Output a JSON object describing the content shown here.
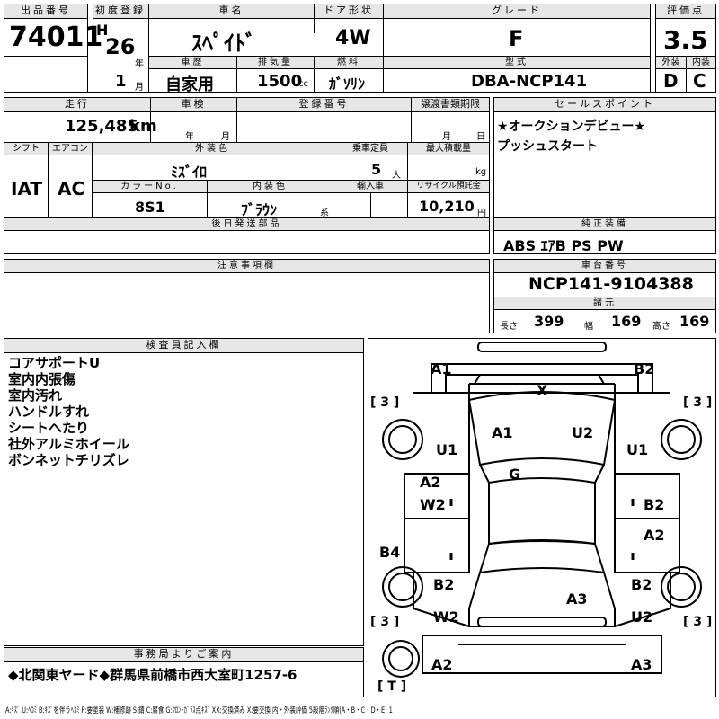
{
  "header": {
    "lot_no_label": "出品番号",
    "lot_no": "74011",
    "first_reg_label": "初度登録",
    "era": "H",
    "year": "26",
    "year_unit": "年",
    "month": "1",
    "month_unit": "月",
    "car_name_label": "車名",
    "car_name": "ｽﾍﾟｲﾄﾞ",
    "door_label": "ドア形状",
    "door": "4W",
    "grade_label": "グレード",
    "grade": "F",
    "score_label": "評価点",
    "score": "3.5",
    "history_label": "車歴",
    "history": "自家用",
    "displacement_label": "排気量",
    "displacement": "1500",
    "displacement_unit": "cc",
    "fuel_label": "燃料",
    "fuel": "ｶﾞｿﾘﾝ",
    "model_label": "型式",
    "model": "DBA-NCP141",
    "exterior_label": "外装",
    "exterior": "D",
    "interior_label": "内装",
    "interior": "C"
  },
  "row2": {
    "mileage_label": "走行",
    "mileage": "125,485",
    "mileage_unit": "km",
    "inspection_label": "車検",
    "inspection_year_unit": "年",
    "inspection_month_unit": "月",
    "reg_no_label": "登録番号",
    "transfer_label": "譲渡書類期限",
    "transfer_month_unit": "月",
    "transfer_day_unit": "日",
    "sales_point_label": "セールスポイント",
    "sales_points": [
      "★オークションデビュー★",
      "プッシュスタート"
    ],
    "shift_label": "シフト",
    "shift": "IAT",
    "ac_label": "エアコン",
    "ac": "AC",
    "ext_color_label": "外装色",
    "ext_color": "ﾐｽﾞｲﾛ",
    "seats_label": "乗車定員",
    "seats": "5",
    "seats_unit": "人",
    "max_load_label": "最大積載量",
    "max_load_unit": "kg",
    "color_no_label": "カラーNo.",
    "color_no": "8S1",
    "int_color_label": "内装色",
    "int_color": "ﾌﾞﾗｳﾝ",
    "int_color_unit": "系",
    "import_label": "輸入車",
    "recycle_label": "リサイクル預託金",
    "recycle": "10,210",
    "recycle_unit": "円",
    "later_parts_label": "後日発送部品",
    "genuine_label": "純正装備",
    "genuine": "ABS ｴｱB PS PW"
  },
  "notes_label": "注意事項欄",
  "chassis": {
    "label": "車台番号",
    "value": "NCP141-9104388",
    "specs_label": "諸元",
    "length_label": "長さ",
    "length": "399",
    "width_label": "幅",
    "width": "169",
    "height_label": "高さ",
    "height": "169"
  },
  "inspector": {
    "label": "検査員記入欄",
    "lines": [
      "コアサポートU",
      "室内内張傷",
      "室内汚れ",
      "ハンドルすれ",
      "シートへたり",
      "社外アルミホイール",
      "ボンネットチリズレ"
    ]
  },
  "office": {
    "label": "事務局よりご案内",
    "text": "◆北関東ヤード◆群馬県前橋市西大室町1257-6"
  },
  "diagram": {
    "marks": {
      "a1_front_left": "A1",
      "b2_front_right": "B2",
      "x_windshield": "X",
      "a1_hood": "A1",
      "u2_hood": "U2",
      "u1_left": "U1",
      "u1_right": "U1",
      "g_roof": "G",
      "a2_left_door": "A2",
      "w2_left_door": "W2",
      "b2_right_door": "B2",
      "a2_right_door": "A2",
      "b4_left": "B4",
      "b2_rear_left": "B2",
      "b2_rear_right": "B2",
      "a3_trunk": "A3",
      "w2_rear_left": "W2",
      "u2_rear_right": "U2",
      "a2_rear_bumper": "A2",
      "a3_rear_bumper": "A3"
    },
    "tires": {
      "front_left": "[ 3 ]",
      "front_right": "[ 3 ]",
      "rear_left": "[ 3 ]",
      "rear_right": "[ 3 ]",
      "spare": "[ T ]"
    }
  },
  "legend": "A:ｷｽﾞ U:ﾍｺﾐ B:ｷｽﾞを伴うﾍｺﾐ P:要塗装 W:補修跡 S:錆 C:腐食 G:ﾌﾛﾝﾄｶﾞﾗｽ点ｷｽﾞ XX:交換済み X:要交換 内・外装評価 5段階ﾗﾝｸ順(A・B・C・D・E) 1"
}
